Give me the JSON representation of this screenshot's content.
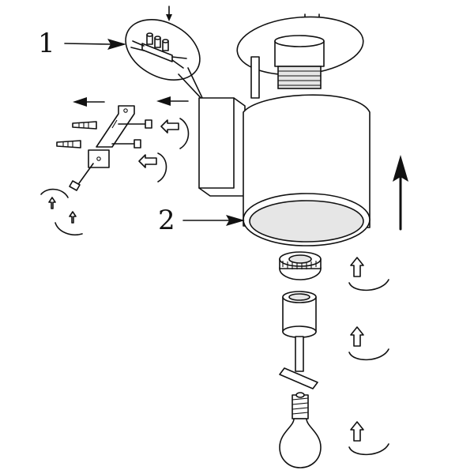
{
  "callouts": [
    {
      "id": "1",
      "label": "1"
    },
    {
      "id": "2",
      "label": "2"
    }
  ],
  "colors": {
    "line": "#111111",
    "background": "#ffffff"
  },
  "icons": [
    "arrow-icon",
    "hollow-arrow-icon",
    "circular-arrow-icon",
    "screw-icon",
    "wall-plug-icon"
  ]
}
